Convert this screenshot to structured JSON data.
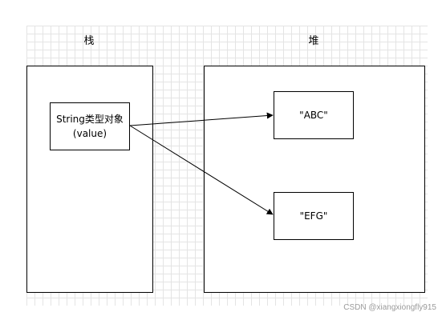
{
  "diagram": {
    "stack_label": "栈",
    "heap_label": "堆",
    "string_object": {
      "line1": "String类型对象",
      "line2": "(value)"
    },
    "heap_values": [
      {
        "text": "\"ABC\""
      },
      {
        "text": "\"EFG\""
      }
    ]
  },
  "watermark": "CSDN @xiangxiongfly915"
}
